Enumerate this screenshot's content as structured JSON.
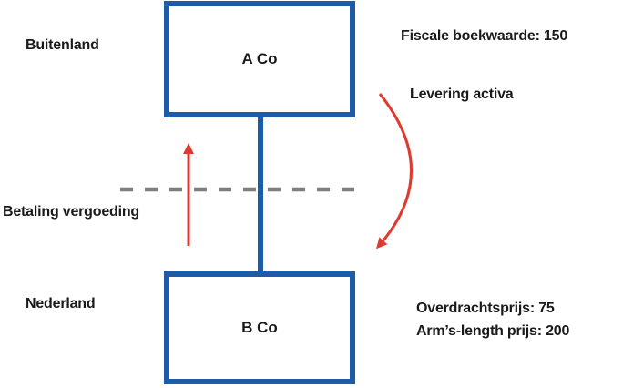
{
  "diagram": {
    "regions": {
      "buitenland": "Buitenland",
      "nederland": "Nederland"
    },
    "entities": {
      "parent": "A Co",
      "subsidiary": "B Co"
    },
    "annotations": {
      "fiscale_boekwaarde": "Fiscale boekwaarde: 150",
      "levering_activa": "Levering activa",
      "betaling_vergoeding": "Betaling vergoeding",
      "overdrachtsprijs": "Overdrachtsprijs: 75",
      "arms_length_prijs": "Arm’s-length prijs: 200"
    },
    "icons": {
      "payment_arrow": "red-up-arrow",
      "delivery_arrow": "red-curved-down-arrow",
      "border_divider": "gray-dashed-country-border",
      "ownership_link": "blue-connector-line"
    },
    "colors": {
      "box_blue": "#1d5ca8",
      "arrow_red": "#e03a30",
      "divider_gray": "#7f7f7f",
      "text_color": "#1a1a1a"
    }
  }
}
